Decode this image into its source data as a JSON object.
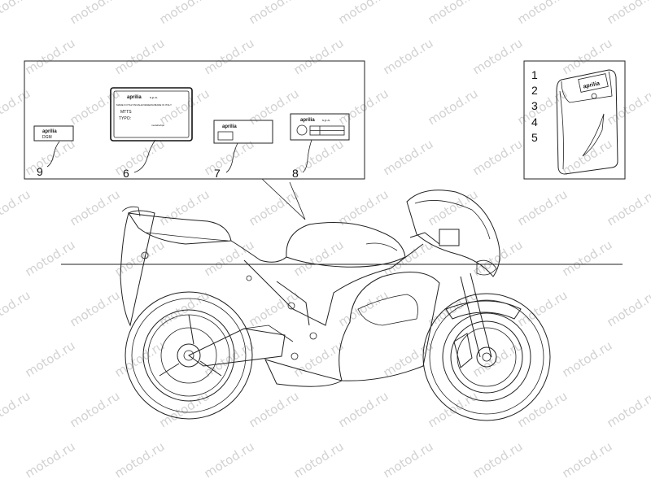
{
  "watermark": "motod.ru",
  "labels_box": {
    "callouts": [
      "9",
      "6",
      "7",
      "8"
    ]
  },
  "decals": {
    "label9": {
      "brand": "aprilia",
      "text": "DGM"
    },
    "label6": {
      "brand": "aprilia",
      "company": "s.p.a.",
      "line": "MADE IN ITALY/NOALE/VENEZIA/MADE IN ITALY",
      "mtts": "MTTS",
      "typo": "TYPO:",
      "small": "modello/tipo"
    },
    "label7": {
      "brand": "aprilia"
    },
    "label8": {
      "brand": "aprilia",
      "company": "s.p.a."
    }
  },
  "kit_box": {
    "numbers": [
      "1",
      "2",
      "3",
      "4",
      "5"
    ],
    "bag_brand": "aprilia"
  }
}
